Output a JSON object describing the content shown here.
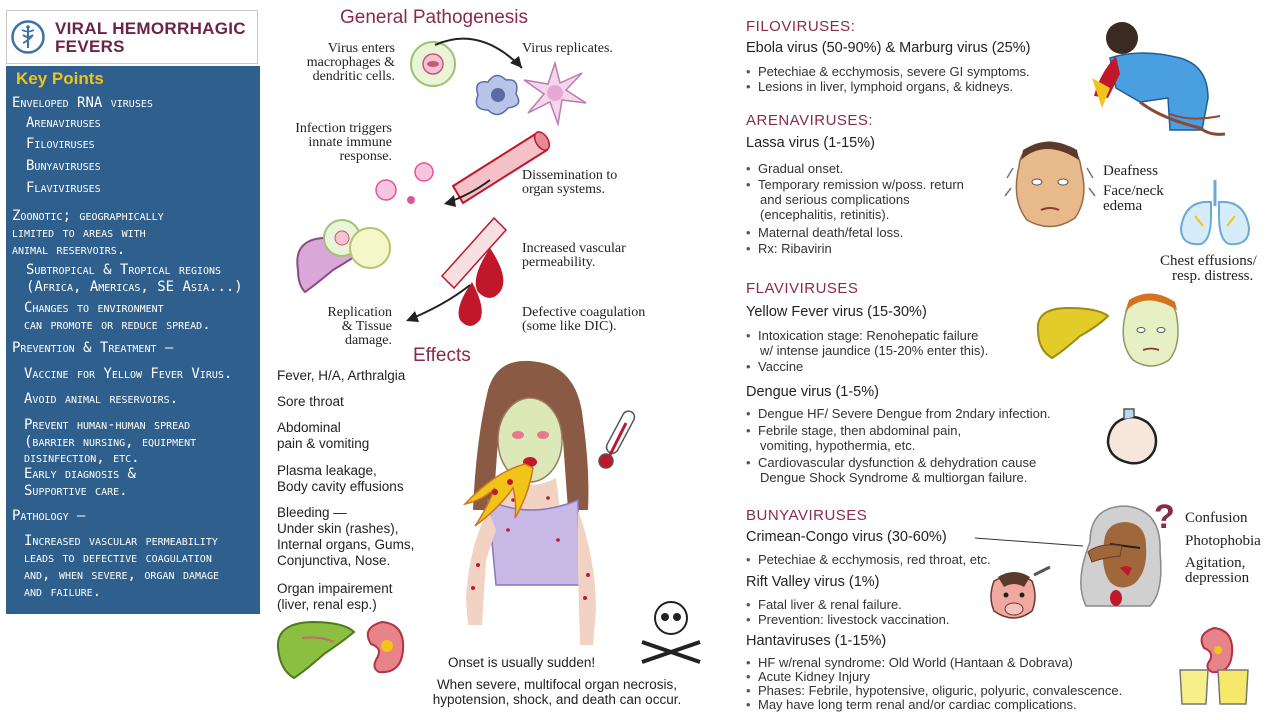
{
  "sidebar": {
    "title_line1": "VIRAL HEMORRHAGIC",
    "title_line2": "FEVERS",
    "key_points_heading": "Key Points",
    "lines": [
      "Enveloped RNA viruses",
      "Arenaviruses",
      "Filoviruses",
      "Bunyaviruses",
      "Flaviviruses",
      "Zoonotic; geographically",
      "limited to areas with",
      "animal reservoirs.",
      "Subtropical & Tropical regions",
      "(Africa, Americas, SE Asia...)",
      "Changes to environment",
      "can promote or reduce spread.",
      "Prevention & Treatment —",
      "Vaccine for Yellow Fever Virus.",
      "Avoid animal reservoirs.",
      "Prevent human-human spread",
      "(barrier nursing, equipment",
      "disinfection, etc.",
      "Early diagnosis &",
      "Supportive care.",
      "Pathology —",
      "Increased vascular permeability",
      "leads to defective coagulation",
      "and, when severe, organ damage",
      "and failure."
    ]
  },
  "pathogenesis": {
    "heading": "General Pathogenesis",
    "enters": [
      "Virus enters",
      "macrophages &",
      "dendritic cells."
    ],
    "replicates": "Virus replicates.",
    "infection": [
      "Infection triggers",
      "innate immune",
      "response."
    ],
    "dissemination": [
      "Dissemination to",
      "organ systems."
    ],
    "vascular": [
      "Increased vascular",
      "permeability."
    ],
    "replication": [
      "Replication",
      "& Tissue",
      "damage."
    ],
    "coagulation": [
      "Defective coagulation",
      "(some like DIC)."
    ]
  },
  "effects": {
    "heading": "Effects",
    "items": [
      [
        "Fever, H/A, Arthralgia"
      ],
      [
        "Sore throat"
      ],
      [
        "Abdominal",
        "pain &  vomiting"
      ],
      [
        "Plasma leakage,",
        "Body cavity effusions"
      ],
      [
        "Bleeding —",
        "Under skin (rashes),",
        "Internal organs, Gums,",
        "Conjunctiva, Nose."
      ],
      [
        "Organ impairement",
        "(liver, renal esp.)"
      ]
    ],
    "onset": "Onset is usually sudden!",
    "severe_line1": "When severe, multifocal organ necrosis,",
    "severe_line2": "hypotension, shock, and death can occur."
  },
  "families": {
    "filo": {
      "heading": "FILOVIRUSES:",
      "virus": "Ebola virus (50-90%) & Marburg virus (25%)",
      "bullets": [
        "Petechiae & ecchymosis, severe GI symptoms.",
        "Lesions in liver, lymphoid organs, & kidneys."
      ]
    },
    "arena": {
      "heading": "ARENAVIRUSES:",
      "virus": "Lassa virus (1-15%)",
      "bullets": [
        [
          "Gradual onset."
        ],
        [
          "Temporary remission w/poss. return",
          "and serious complications",
          "(encephalitis, retinitis)."
        ],
        [
          "Maternal death/fetal loss."
        ],
        [
          "Rx: Ribavirin"
        ]
      ],
      "deafness": "Deafness",
      "edema": [
        "Face/neck",
        "edema"
      ],
      "chest": [
        "Chest effusions/",
        "resp. distress."
      ]
    },
    "flavi": {
      "heading": "FLAVIVIRUSES",
      "yellow": "Yellow Fever virus (15-30%)",
      "yellow_bullets": [
        [
          "Intoxication stage: Renohepatic failure",
          "w/ intense jaundice (15-20% enter this)."
        ],
        [
          "Vaccine"
        ]
      ],
      "dengue": "Dengue virus (1-5%)",
      "dengue_bullets": [
        [
          "Dengue HF/ Severe Dengue from 2ndary infection."
        ],
        [
          "Febrile stage, then abdominal pain,",
          "vomiting, hypothermia, etc."
        ],
        [
          "Cardiovascular dysfunction & dehydration cause",
          "Dengue Shock Syndrome & multiorgan failure."
        ]
      ]
    },
    "bunya": {
      "heading": "BUNYAVIRUSES",
      "cc": "Crimean-Congo virus (30-60%)",
      "cc_bullets": [
        "Petechiae & ecchymosis, red throat, etc."
      ],
      "rift": "Rift Valley virus (1%)",
      "rift_bullets": [
        "Fatal liver & renal failure.",
        "Prevention: livestock vaccination."
      ],
      "hanta": "Hantaviruses  (1-15%)",
      "hanta_bullets": [
        "HF w/renal syndrome: Old World (Hantaan & Dobrava)",
        "Acute Kidney Injury",
        "Phases: Febrile, hypotensive, oliguric, polyuric, convalescence.",
        "May have long term renal and/or cardiac complications."
      ],
      "confusion": "Confusion",
      "photophobia": "Photophobia",
      "agitation": [
        "Agitation,",
        "depression"
      ]
    }
  },
  "colors": {
    "sidebar_bg": "#2f5f8d",
    "heading_maroon": "#8a2a4e",
    "key_points_yellow": "#f0c419",
    "blood_red": "#c0182a"
  }
}
